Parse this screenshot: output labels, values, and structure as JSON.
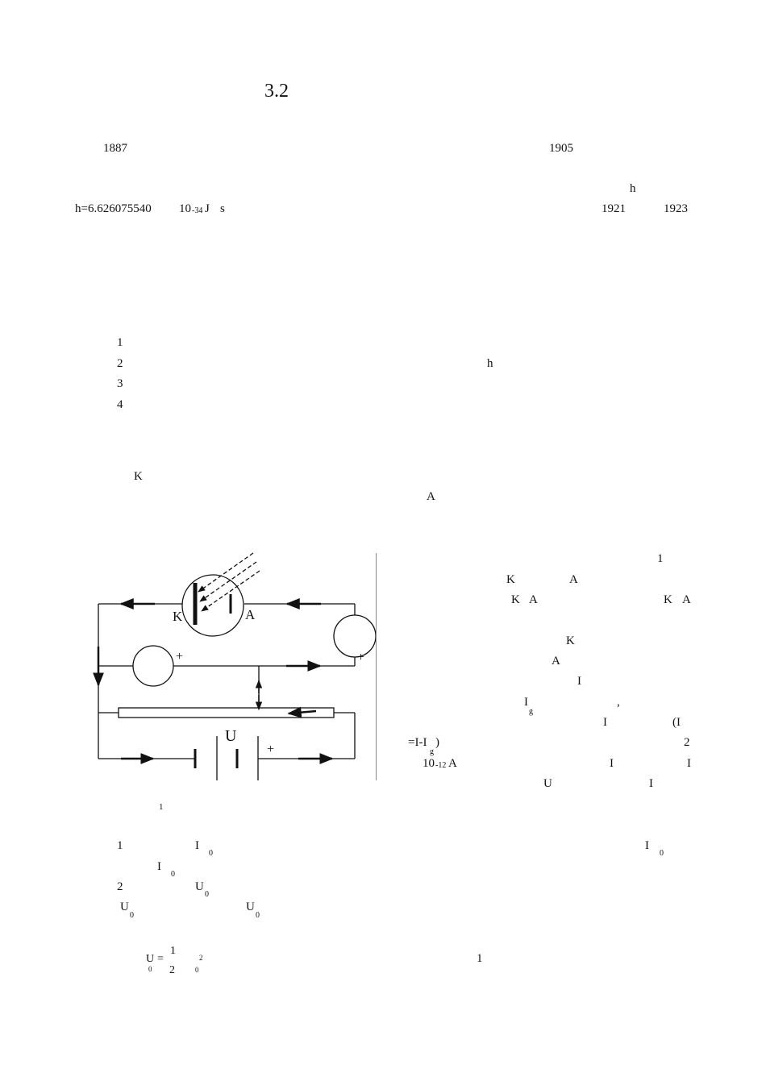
{
  "title": "3.2",
  "intro": {
    "year_1887": "1887",
    "year_1905": "1905",
    "h_symbol": "h",
    "planck_prefix": "h=6.626075540",
    "planck_base": "10",
    "planck_exp": "-34",
    "planck_unit_j": "J",
    "planck_unit_s": "s",
    "year_1921": "1921",
    "year_1923": "1923"
  },
  "objectives": {
    "n1": "1",
    "n2": "2",
    "h2": "h",
    "n3": "3",
    "n4": "4"
  },
  "principle": {
    "k": "K",
    "a": "A"
  },
  "circuit": {
    "label_k": "K",
    "label_a": "A",
    "label_u": "U",
    "plus": "+",
    "caption": "1"
  },
  "right_col": {
    "fig_ref": "1",
    "k1": "K",
    "a1": "A",
    "k2": "K",
    "a2": "A",
    "k3": "K",
    "a3": "A",
    "k4": "K",
    "a4": "A",
    "i1": "I",
    "ig_i": "I",
    "ig_g": "g",
    "comma": ",",
    "i2": "I",
    "paren_i": "(I",
    "eq_prefix": "=I-I",
    "eq_g": "g",
    "eq_close": ")",
    "n2": "2",
    "ten": "10",
    "ten_exp": "-12",
    "ten_a": "A",
    "i3": "I",
    "i4": "I",
    "u": "U",
    "i5": "I"
  },
  "laws": {
    "n1": "1",
    "i_a": "I",
    "i_a_sub": "0",
    "i_b": "I",
    "i_b_sub": "0",
    "i_c": "I",
    "i_c_sub": "0",
    "n2": "2",
    "u_a": "U",
    "u_a_sub": "0",
    "u_b": "U",
    "u_b_sub": "0",
    "u_c": "U",
    "u_c_sub": "0"
  },
  "formula": {
    "u": "U",
    "u_sub": "0",
    "eq": "=",
    "num": "1",
    "den": "2",
    "v_sub": "0",
    "sq": "2",
    "eq_no": "1"
  }
}
